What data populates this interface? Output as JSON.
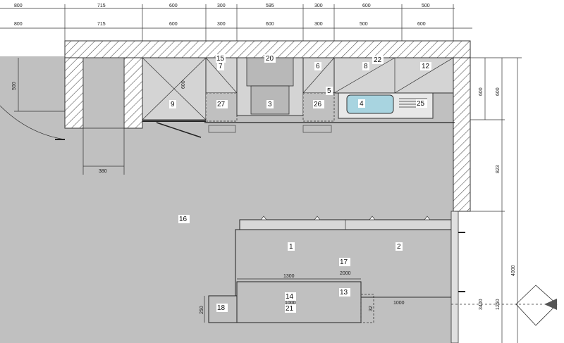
{
  "dims_top_row1": [
    "800",
    "715",
    "600",
    "300",
    "595",
    "300",
    "600",
    "500"
  ],
  "dims_top_row2": [
    "800",
    "715",
    "600",
    "300",
    "600",
    "300",
    "500",
    "600"
  ],
  "dims_right": [
    "600",
    "600",
    "823",
    "4000",
    "3400",
    "1250"
  ],
  "dims_misc": {
    "d500_left": "500",
    "d380": "380",
    "d600_fridge": "600",
    "d1300": "1300",
    "d2000": "2000",
    "d1000_inner": "1000",
    "d1000_right": "1000",
    "d250": "250",
    "d32": "32"
  },
  "labels": {
    "l1": "1",
    "l2": "2",
    "l3": "3",
    "l4": "4",
    "l5": "5",
    "l6": "6",
    "l7": "7",
    "l8": "8",
    "l9": "9",
    "l12": "12",
    "l13": "13",
    "l14": "14",
    "l15": "15",
    "l16": "16",
    "l17": "17",
    "l18": "18",
    "l20": "20",
    "l21": "21",
    "l22": "22",
    "l25": "25",
    "l26": "26",
    "l27": "27"
  },
  "colors": {
    "floor": "#c0c0c0",
    "counter": "#d4d4d4",
    "hatch": "#555555",
    "sink": "#a8d4e0"
  }
}
